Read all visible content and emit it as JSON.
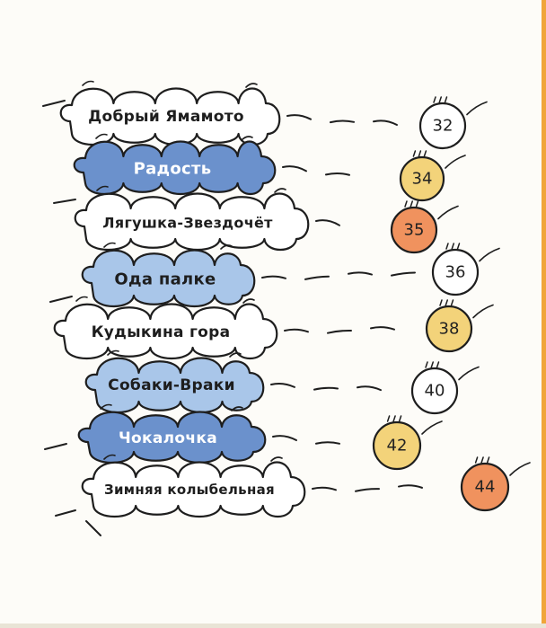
{
  "contents": {
    "entries": [
      {
        "title": "Добрый Ямамото",
        "page": "32",
        "cloud_color": "#ffffff",
        "text_color": "#1e1e1e",
        "page_color": "#ffffff"
      },
      {
        "title": "Радость",
        "page": "34",
        "cloud_color": "#6b91cc",
        "text_color": "#ffffff",
        "page_color": "#f3d37a"
      },
      {
        "title": "Лягушка-Звездочёт",
        "page": "35",
        "cloud_color": "#ffffff",
        "text_color": "#1e1e1e",
        "page_color": "#f0925e"
      },
      {
        "title": "Ода палке",
        "page": "36",
        "cloud_color": "#a9c6e9",
        "text_color": "#1e1e1e",
        "page_color": "#ffffff"
      },
      {
        "title": "Кудыкина гора",
        "page": "38",
        "cloud_color": "#ffffff",
        "text_color": "#1e1e1e",
        "page_color": "#f3d37a"
      },
      {
        "title": "Собаки-Враки",
        "page": "40",
        "cloud_color": "#a9c6e9",
        "text_color": "#1e1e1e",
        "page_color": "#ffffff"
      },
      {
        "title": "Чокалочка",
        "page": "42",
        "cloud_color": "#6b91cc",
        "text_color": "#ffffff",
        "page_color": "#f3d37a"
      },
      {
        "title": "Зимняя колыбельная",
        "page": "44",
        "cloud_color": "#ffffff",
        "text_color": "#1e1e1e",
        "page_color": "#f0925e"
      }
    ]
  },
  "colors": {
    "ink": "#1e1e1e",
    "background": "#fdfcf8",
    "page_edge": "#f0a53a"
  }
}
